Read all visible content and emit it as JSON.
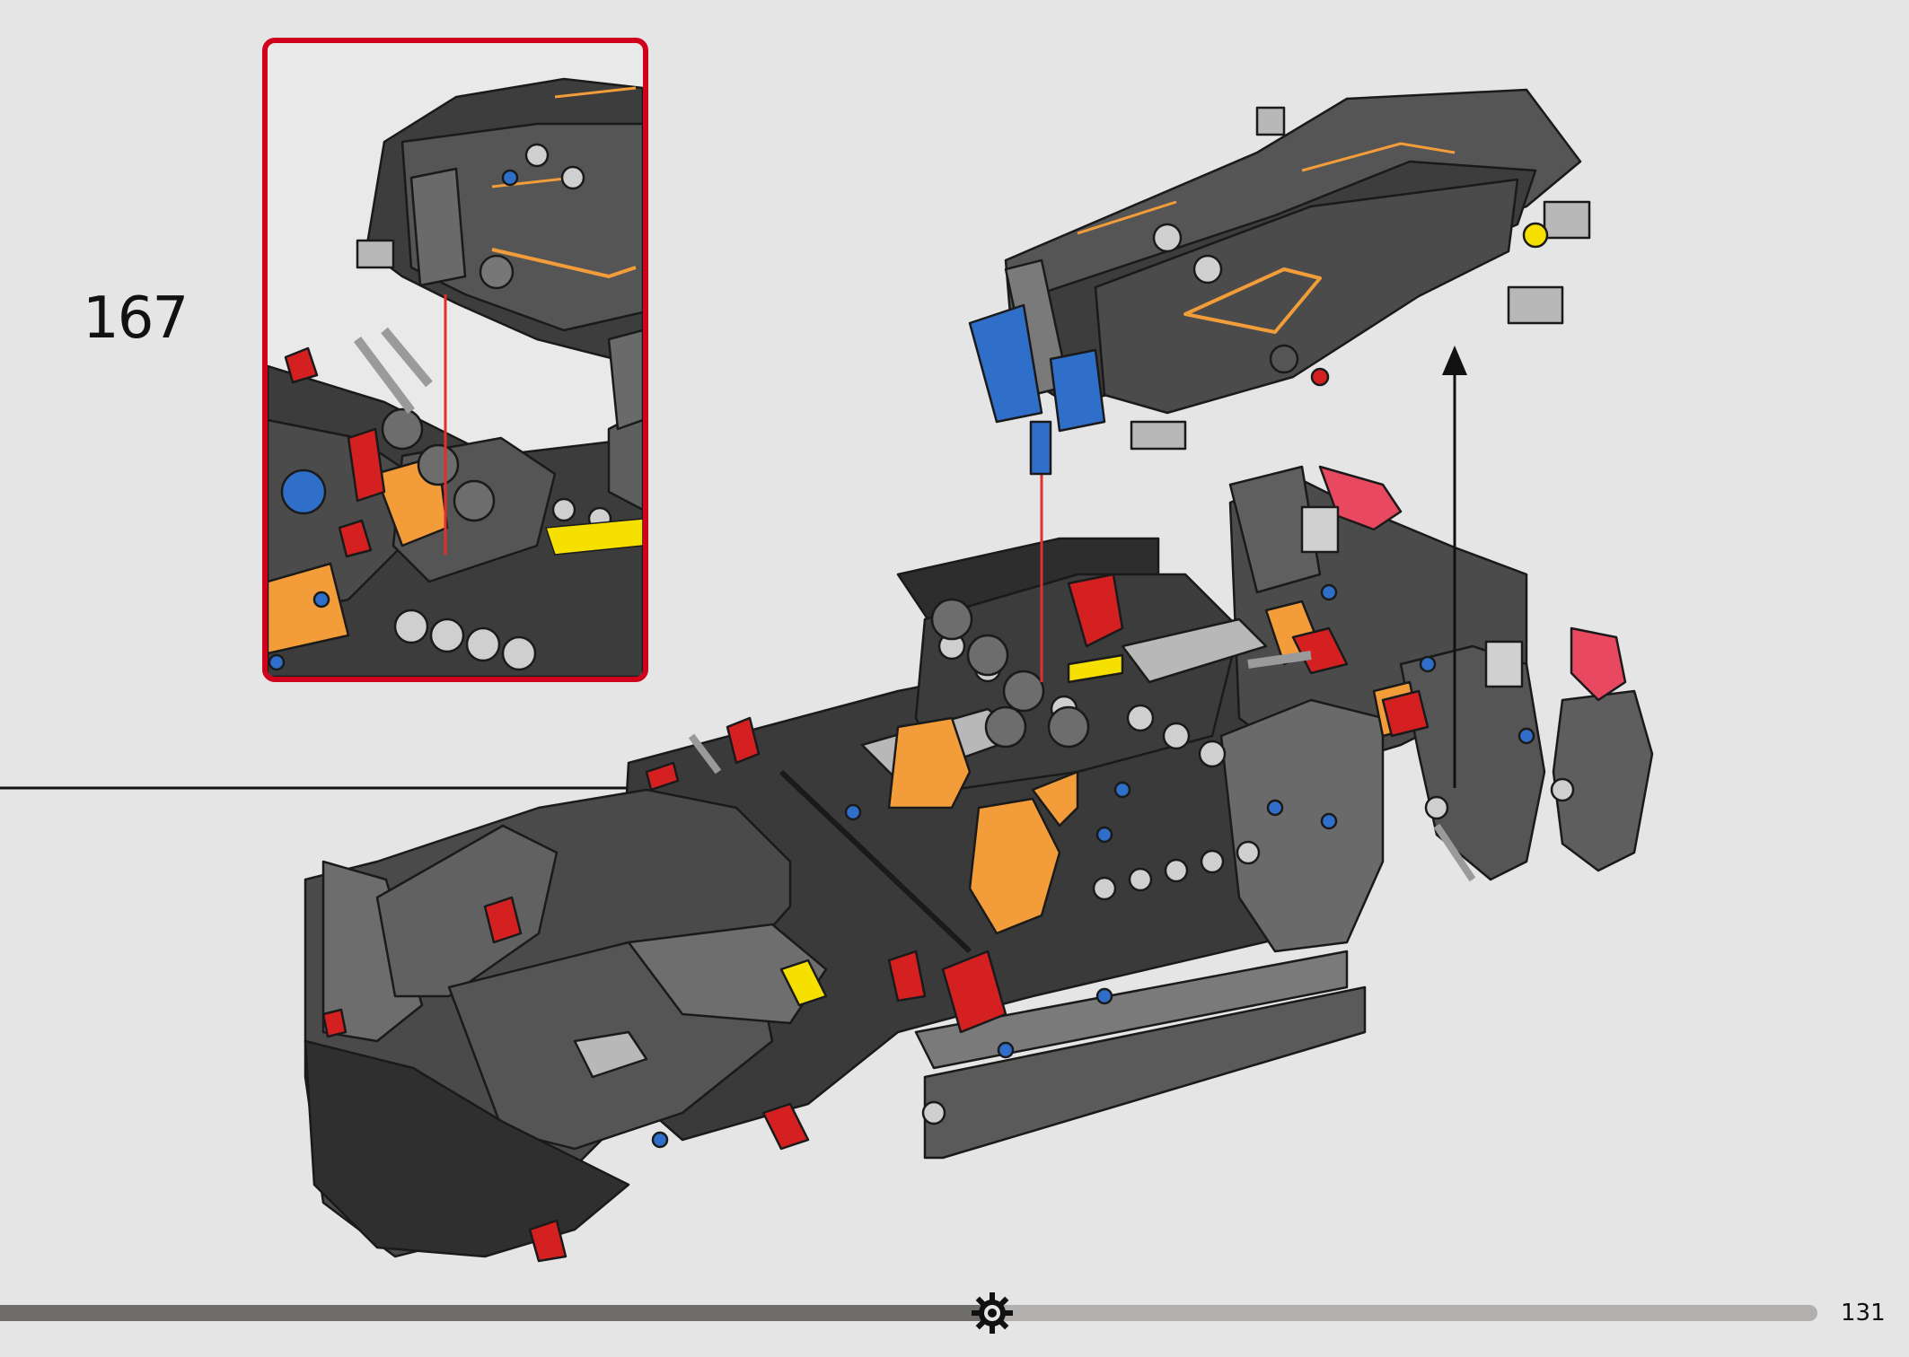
{
  "step": {
    "number": "167"
  },
  "page": {
    "number": "131"
  },
  "progress": {
    "fraction": 0.54
  },
  "colors": {
    "background": "#e5e5e5",
    "callout_border": "#d0021b",
    "dark_bluish_gray": "#4a4a4a",
    "black": "#2b2b2b",
    "light_gray": "#b8b8b8",
    "orange": "#f39c3a",
    "red": "#d42020",
    "blue": "#2f6fc9",
    "yellow": "#f5e000",
    "trans_red": "#e84860",
    "guide_line_red": "#e03030"
  },
  "icons": {
    "progress_marker": "gear-icon",
    "assembly_arrow": "arrow-up-icon"
  }
}
